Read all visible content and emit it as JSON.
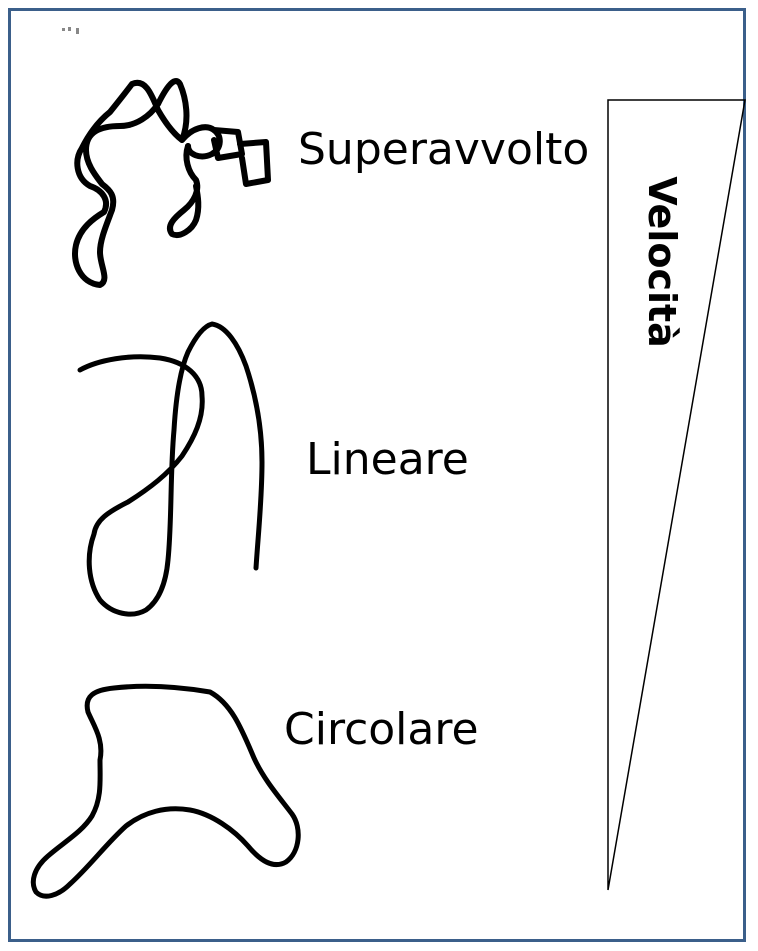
{
  "colors": {
    "frame_border": "#3b5f8a",
    "stroke": "#000000",
    "background": "#ffffff"
  },
  "labels": {
    "superavvolto": "Superavvolto",
    "lineare": "Lineare",
    "circolare": "Circolare"
  },
  "speed_axis": {
    "label": "Velocità"
  },
  "icons": [
    "superavvolto-curve",
    "lineare-curve",
    "circolare-curve",
    "speed-wedge"
  ]
}
